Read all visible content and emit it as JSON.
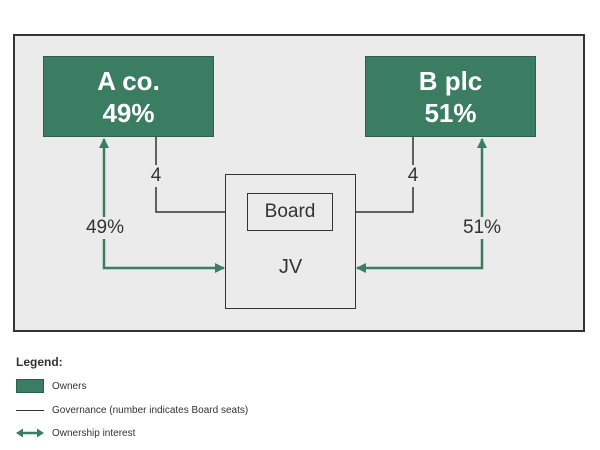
{
  "owners": {
    "a": {
      "name": "A co.",
      "share": "49%"
    },
    "b": {
      "name": "B plc",
      "share": "51%"
    }
  },
  "jv": {
    "label": "JV",
    "board_label": "Board"
  },
  "governance": {
    "a_seats": "4",
    "b_seats": "4"
  },
  "ownership": {
    "a_pct": "49%",
    "b_pct": "51%"
  },
  "legend": {
    "title": "Legend:",
    "owners": "Owners",
    "governance": "Governance (number indicates Board seats)",
    "ownership": "Ownership interest"
  },
  "colors": {
    "owner_fill": "#3a7d63",
    "ownership_line": "#3a7d63",
    "governance_line": "#333333",
    "panel": "#ebebeb"
  }
}
